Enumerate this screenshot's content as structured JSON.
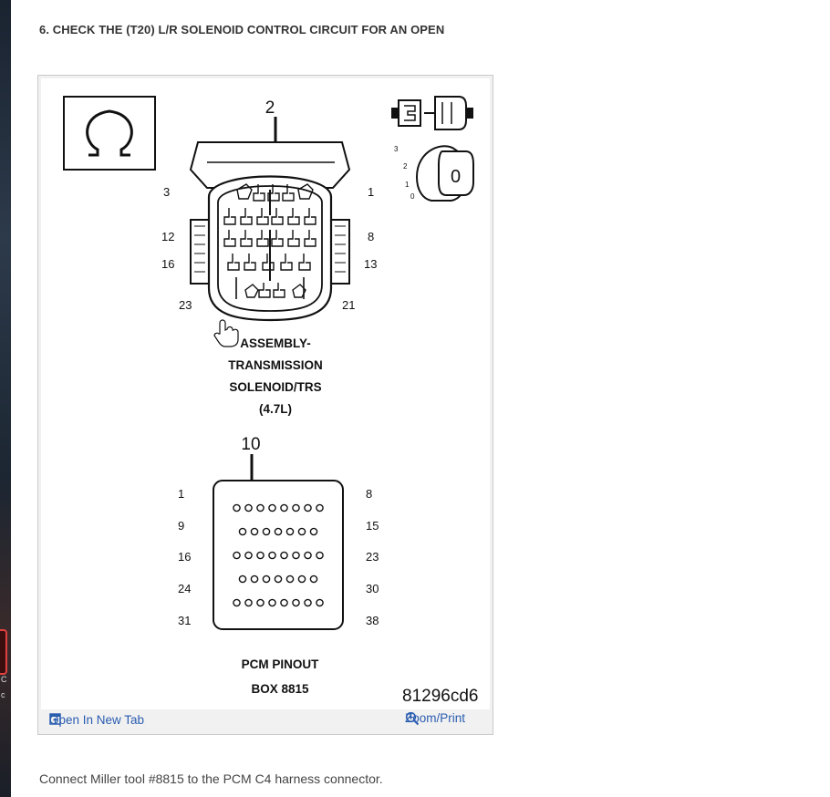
{
  "step": {
    "title": "6. CHECK THE (T20) L/R SOLENOID CONTROL CIRCUIT FOR AN OPEN"
  },
  "figure": {
    "connector_top": {
      "pointer_label": "2",
      "pin_labels": {
        "l1": "3",
        "l2": "12",
        "l3": "16",
        "l4": "23",
        "r1": "1",
        "r2": "8",
        "r3": "13",
        "r4": "21"
      },
      "caption": [
        "ASSEMBLY-",
        "TRANSMISSION",
        "SOLENOID/TRS",
        "(4.7L)"
      ]
    },
    "ignition": {
      "positions": [
        "3",
        "2",
        "1",
        "0"
      ],
      "key_label": "0"
    },
    "connector_bottom": {
      "pointer_label": "10",
      "row_labels_left": [
        "1",
        "9",
        "16",
        "24",
        "31"
      ],
      "row_labels_right": [
        "8",
        "15",
        "23",
        "30",
        "38"
      ],
      "caption": [
        "PCM PINOUT",
        "BOX 8815"
      ]
    },
    "figure_id": "81296cd6"
  },
  "toolbar": {
    "open_new_tab": "Open In New Tab",
    "zoom_print": "Zoom/Print"
  },
  "instruction": "Connect Miller tool #8815 to the PCM C4 harness connector."
}
